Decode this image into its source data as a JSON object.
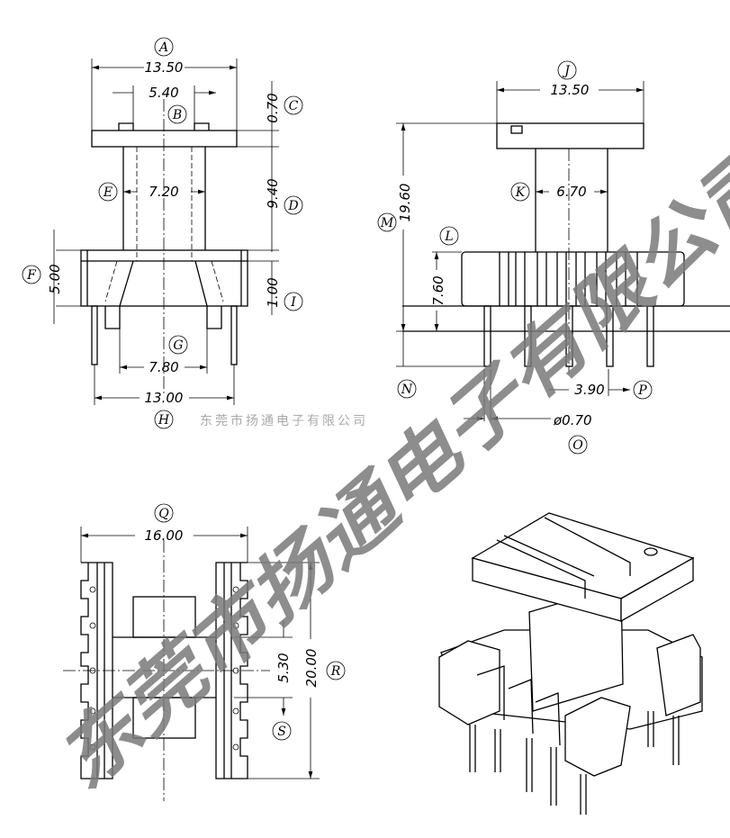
{
  "watermark": "东莞市扬通电子有限公司",
  "company_caption": "东莞市扬通电子有限公司",
  "front_view": {
    "A": {
      "label": "A",
      "value": "13.50"
    },
    "B": {
      "label": "B",
      "value": "5.40"
    },
    "C": {
      "label": "C",
      "value": "0.70"
    },
    "D": {
      "label": "D",
      "value": "9.40"
    },
    "E": {
      "label": "E",
      "value": "7.20"
    },
    "F": {
      "label": "F",
      "value": "5.00"
    },
    "G": {
      "label": "G",
      "value": "7.80"
    },
    "H": {
      "label": "H",
      "value": "13.00"
    },
    "I": {
      "label": "I",
      "value": "1.00"
    }
  },
  "side_view": {
    "J": {
      "label": "J",
      "value": "13.50"
    },
    "K": {
      "label": "K",
      "value": "6.70"
    },
    "L": {
      "label": "L",
      "value": "7.60"
    },
    "M": {
      "label": "M",
      "value": "19.60"
    },
    "N": {
      "label": "N"
    },
    "O": {
      "label": "O",
      "value": "ø0.70"
    },
    "P": {
      "label": "P",
      "value": "3.90"
    }
  },
  "bottom_view": {
    "Q": {
      "label": "Q",
      "value": "16.00"
    },
    "R": {
      "label": "R",
      "value": "20.00"
    },
    "S": {
      "label": "S",
      "value": "5.30"
    }
  }
}
